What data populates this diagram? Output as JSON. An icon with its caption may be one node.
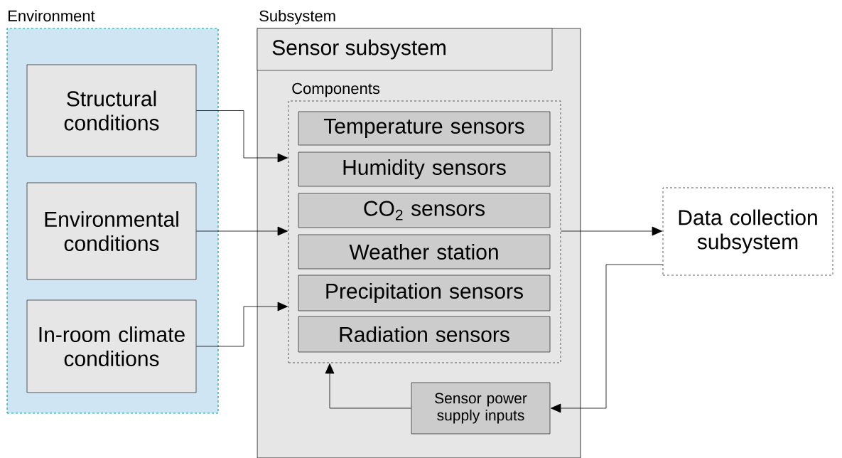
{
  "diagram": {
    "nodes": [
      {
        "text": [
          "Environment"
        ]
      },
      {
        "text": [
          "Structural conditions"
        ],
        "in": 0
      },
      {
        "text": [
          "Environmental conditions"
        ],
        "in": 0
      },
      {
        "text": [
          "In-room climate conditions"
        ],
        "in": 0
      },
      {
        "text": [
          "Subsystem"
        ]
      },
      {
        "text": [
          "Sensor subsystem"
        ],
        "in": 4
      },
      {
        "text": [
          "Components"
        ],
        "in": 4
      },
      {
        "text": [
          "Temperature sensors"
        ],
        "in": 6
      },
      {
        "text": [
          "Humidity sensors"
        ],
        "in": 6
      },
      {
        "text": [
          "CO$_{2}$ sensors"
        ],
        "in": 6
      },
      {
        "text": [
          "Weather station"
        ],
        "in": 6
      },
      {
        "text": [
          "Precipitation sensors"
        ],
        "in": 6
      },
      {
        "text": [
          "Radiation sensors"
        ],
        "in": 6
      },
      {
        "text": [
          "Sensor power supply inputs"
        ],
        "in": 4
      },
      {
        "text": [
          "Data collection subsystem"
        ]
      }
    ],
    "edges": [
      {
        "from": 1,
        "to": 6,
        "arrow": "to"
      },
      {
        "from": 2,
        "to": 6,
        "arrow": "to"
      },
      {
        "from": 3,
        "to": 6,
        "arrow": "to"
      },
      {
        "from": 6,
        "to": 14,
        "arrow": "to"
      },
      {
        "from": 14,
        "to": 13,
        "arrow": "to"
      },
      {
        "from": 13,
        "to": 6,
        "arrow": "to"
      }
    ]
  }
}
